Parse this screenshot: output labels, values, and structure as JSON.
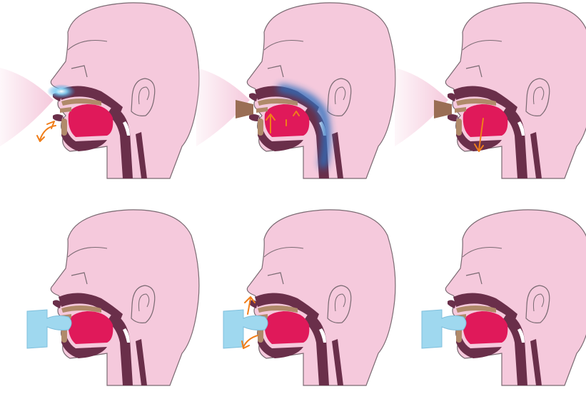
{
  "figure": {
    "panels": [
      {
        "row": 1,
        "col": 1,
        "airflow": "nasal-inhale",
        "device": "none",
        "arrows": [
          "orange-curved-down"
        ],
        "nasal_highlight": true,
        "throat_highlight": false
      },
      {
        "row": 1,
        "col": 2,
        "airflow": "oral",
        "device": "lip-tube",
        "arrows": [
          "orange-tongue-up"
        ],
        "nasal_highlight": false,
        "throat_highlight": true
      },
      {
        "row": 1,
        "col": 3,
        "airflow": "oral",
        "device": "lip-tube",
        "arrows": [
          "orange-throat-down"
        ],
        "nasal_highlight": false,
        "throat_highlight": false
      },
      {
        "row": 2,
        "col": 1,
        "airflow": "none",
        "device": "blue-mouthpiece",
        "arrows": [],
        "nasal_highlight": false,
        "throat_highlight": false
      },
      {
        "row": 2,
        "col": 2,
        "airflow": "none",
        "device": "blue-mouthpiece",
        "arrows": [
          "orange-up",
          "orange-down"
        ],
        "nasal_highlight": false,
        "throat_highlight": false
      },
      {
        "row": 2,
        "col": 3,
        "airflow": "none",
        "device": "blue-mouthpiece",
        "arrows": [],
        "nasal_highlight": false,
        "throat_highlight": false
      }
    ]
  },
  "colors": {
    "skin": "#f5c9dc",
    "outline": "#7a6a72",
    "tissue": "#6a2f4a",
    "tongue": "#e0195a",
    "bone": "#b08a6a",
    "tube": "#9a6e55",
    "mouthpiece": "#9fd8ef",
    "arrow": "#f07e1a",
    "nasal_blue": "#2a8fd8",
    "throat_blue": "#2b6fbf",
    "airflow_cone": "#f5c9dc"
  }
}
